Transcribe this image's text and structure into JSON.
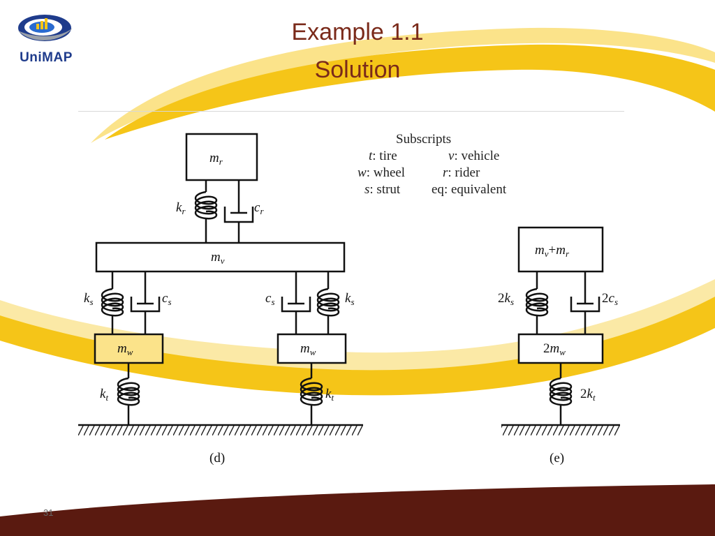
{
  "slide": {
    "title_line1": "Example 1.1",
    "title_line2": "Solution",
    "page_number": "31",
    "logo_text": "UniMAP"
  },
  "colors": {
    "title": "#7a2a1a",
    "footer_band": "#5a1a10",
    "swoosh_yellow": "#f5c518",
    "swoosh_light": "#fbe38a",
    "logo_blue": "#1f3c8c",
    "ink": "#111111"
  },
  "diagram_d": {
    "caption": "(d)",
    "rider_mass": "m",
    "rider_mass_sub": "r",
    "vehicle_mass": "m",
    "vehicle_mass_sub": "v",
    "wheel_mass": "m",
    "wheel_mass_sub": "w",
    "k_r": "k",
    "k_r_sub": "r",
    "c_r": "c",
    "c_r_sub": "r",
    "k_s": "k",
    "k_s_sub": "s",
    "c_s": "c",
    "c_s_sub": "s",
    "k_t": "k",
    "k_t_sub": "t"
  },
  "diagram_e": {
    "caption": "(e)",
    "top_mass": "m",
    "top_mass_sub1": "v",
    "top_mass_plus": "+",
    "top_mass_sub2": "r",
    "bottom_mass_coef": "2",
    "bottom_mass": "m",
    "bottom_mass_sub": "w",
    "spring_s_coef": "2",
    "spring_s": "k",
    "spring_s_sub": "s",
    "damper_s_coef": "2",
    "damper_s": "c",
    "damper_s_sub": "s",
    "spring_t_coef": "2",
    "spring_t": "k",
    "spring_t_sub": "t"
  },
  "subscripts": {
    "heading": "Subscripts",
    "rows": [
      [
        {
          "sym": "t",
          "desc": ": tire"
        },
        {
          "sym": "v",
          "desc": ": vehicle"
        }
      ],
      [
        {
          "sym": "w",
          "desc": ": wheel"
        },
        {
          "sym": "r",
          "desc": ": rider"
        }
      ],
      [
        {
          "sym": "s",
          "desc": ": strut"
        },
        {
          "sym": "eq",
          "desc": ": equivalent"
        }
      ]
    ]
  }
}
